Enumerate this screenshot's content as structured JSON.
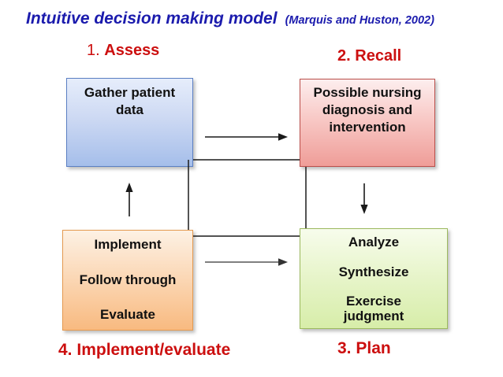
{
  "slide": {
    "title": "Intuitive decision making model",
    "citation": "(Marquis and Huston, 2002)"
  },
  "step_labels": {
    "assess": {
      "num": "1.",
      "word": "Assess"
    },
    "recall": {
      "num": "2.",
      "word": "Recall"
    },
    "plan": {
      "num": "3.",
      "word": "Plan"
    },
    "implement_evaluate": {
      "num": "4.",
      "word": "Implement/evaluate"
    }
  },
  "boxes": {
    "gather": {
      "lines": [
        "Gather patient",
        "data"
      ],
      "fill_top": "#e6edfb",
      "fill_bottom": "#a5beea",
      "border": "#5b7fc3"
    },
    "possible": {
      "lines": [
        "Possible nursing",
        "diagnosis and",
        "intervention"
      ],
      "fill_top": "#fdeeee",
      "fill_bottom": "#ef9d98",
      "border": "#bb4f4b"
    },
    "implement": {
      "lines": [
        "Implement",
        "Follow through",
        "Evaluate"
      ],
      "fill_top": "#fdf1e4",
      "fill_bottom": "#f8ba80",
      "border": "#e59a50"
    },
    "analyze": {
      "lines": [
        "Analyze",
        "Synthesize",
        "Exercise judgment"
      ],
      "fill_top": "#f7fcec",
      "fill_bottom": "#d7eda9",
      "border": "#9cb95e"
    }
  },
  "colors": {
    "title_blue": "#1b1bad",
    "label_red": "#cc0f0f",
    "connector_black": "#1a1a1a",
    "connector_gray": "#555555",
    "background": "#ffffff"
  }
}
